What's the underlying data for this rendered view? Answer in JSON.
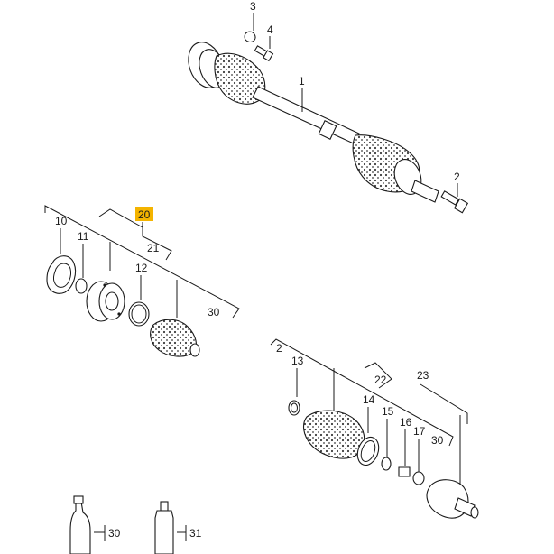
{
  "diagram": {
    "highlight_color": "#f4b400",
    "labels": {
      "p1": "1",
      "p2_top": "2",
      "p3": "3",
      "p4": "4",
      "p10": "10",
      "p11": "11",
      "p12": "12",
      "p20": "20",
      "p21": "21",
      "p30_left": "30",
      "p2_right": "2",
      "p13": "13",
      "p14": "14",
      "p15": "15",
      "p16": "16",
      "p17": "17",
      "p22": "22",
      "p23": "23",
      "p30_right": "30",
      "p30_tube": "30",
      "p31_tube": "31"
    }
  }
}
